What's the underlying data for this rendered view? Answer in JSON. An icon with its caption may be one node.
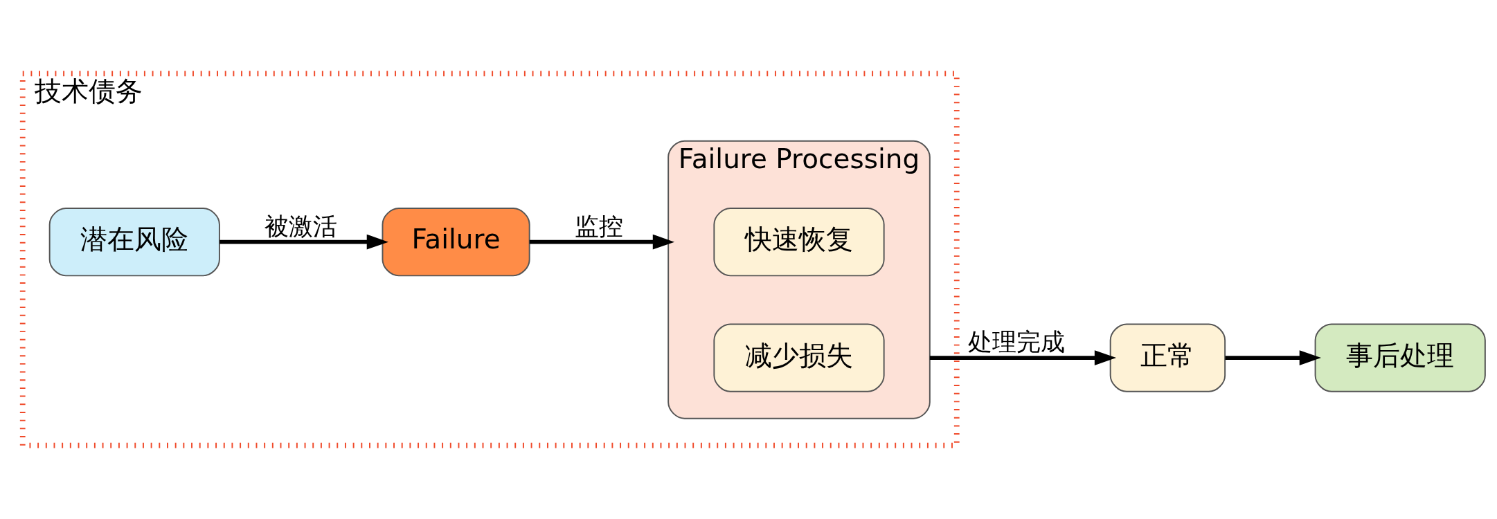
{
  "diagram": {
    "nodes": [
      {
        "text": [
          "技术债务"
        ]
      },
      {
        "text": [
          "潜在风险"
        ],
        "in": 0
      },
      {
        "text": [
          "Failure"
        ],
        "in": 0
      },
      {
        "text": [
          "Failure Processing"
        ],
        "in": 0
      },
      {
        "text": [
          "快速恢复"
        ],
        "in": 3
      },
      {
        "text": [
          "减少损失"
        ],
        "in": 3
      },
      {
        "text": [
          "正常"
        ]
      },
      {
        "text": [
          "事后处理"
        ]
      }
    ],
    "edges": [
      {
        "from": 1,
        "to": 2,
        "arrow": "to",
        "label": "被激活"
      },
      {
        "from": 2,
        "to": 3,
        "arrow": "to",
        "label": "监控"
      },
      {
        "from": 3,
        "to": 6,
        "arrow": "to",
        "label": "处理完成"
      },
      {
        "from": 6,
        "to": 7,
        "arrow": "to"
      }
    ]
  }
}
